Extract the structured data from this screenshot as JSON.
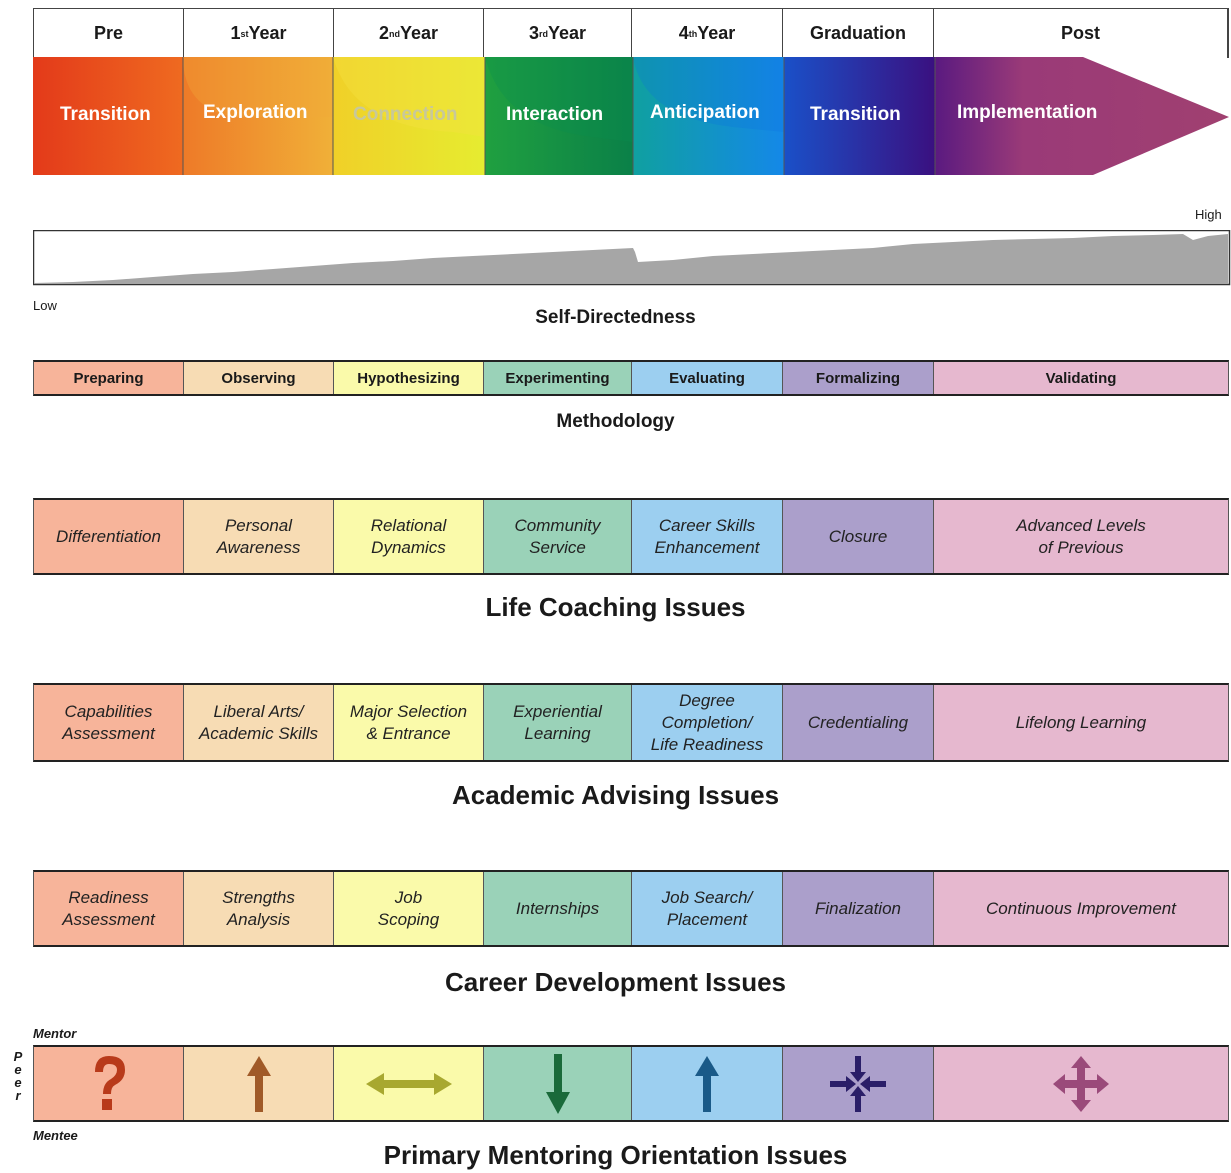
{
  "years": [
    {
      "main": "Pre",
      "sup": "",
      "rest": ""
    },
    {
      "main": "1",
      "sup": "st",
      "rest": " Year"
    },
    {
      "main": "2",
      "sup": "nd",
      "rest": " Year"
    },
    {
      "main": "3",
      "sup": "rd",
      "rest": " Year"
    },
    {
      "main": "4",
      "sup": "th",
      "rest": " Year"
    },
    {
      "main": "Graduation",
      "sup": "",
      "rest": ""
    },
    {
      "main": "Post",
      "sup": "",
      "rest": ""
    }
  ],
  "phases": [
    "Transition",
    "Exploration",
    "Connection",
    "Interaction",
    "Anticipation",
    "Transition",
    "Implementation"
  ],
  "phase_colors": [
    "#e85a1c",
    "#eea030",
    "#e8e830",
    "#12913e",
    "#1590e0",
    "#3a1a80",
    "#9a3a78"
  ],
  "self_directedness": {
    "high": "High",
    "low": "Low",
    "title": "Self-Directedness"
  },
  "methodology": {
    "items": [
      "Preparing",
      "Observing",
      "Hypothesizing",
      "Experimenting",
      "Evaluating",
      "Formalizing",
      "Validating"
    ],
    "title": "Methodology"
  },
  "cell_colors": [
    "#f7b49a",
    "#f7dcb4",
    "#fafaaa",
    "#9ad2b8",
    "#9ccff0",
    "#ab9fcb",
    "#e6b8cf"
  ],
  "life_coaching": {
    "items": [
      "Differentiation",
      "Personal\nAwareness",
      "Relational\nDynamics",
      "Community\nService",
      "Career Skills\nEnhancement",
      "Closure",
      "Advanced Levels\nof Previous"
    ],
    "title": "Life Coaching Issues"
  },
  "academic_advising": {
    "items": [
      "Capabilities\nAssessment",
      "Liberal Arts/\nAcademic Skills",
      "Major Selection\n& Entrance",
      "Experiential\nLearning",
      "Degree\nCompletion/\nLife Readiness",
      "Credentialing",
      "Lifelong Learning"
    ],
    "title": "Academic Advising Issues"
  },
  "career_development": {
    "items": [
      "Readiness\nAssessment",
      "Strengths\nAnalysis",
      "Job\nScoping",
      "Internships",
      "Job Search/\nPlacement",
      "Finalization",
      "Continuous Improvement"
    ],
    "title": "Career Development  Issues"
  },
  "mentoring": {
    "mentor": "Mentor",
    "mentee": "Mentee",
    "peer_letters": [
      "P",
      "e",
      "e",
      "r"
    ],
    "icons": [
      "question-mark-icon",
      "arrow-up-icon",
      "double-arrow-horizontal-icon",
      "arrow-down-icon",
      "arrow-up-icon",
      "arrows-converging-icon",
      "arrows-diverging-icon"
    ],
    "icon_colors": [
      "#b83a1a",
      "#a05a28",
      "#a8a830",
      "#1a6a3a",
      "#1a5a88",
      "#2a1e68",
      "#9a4a7a"
    ],
    "title": "Primary Mentoring Orientation Issues"
  }
}
